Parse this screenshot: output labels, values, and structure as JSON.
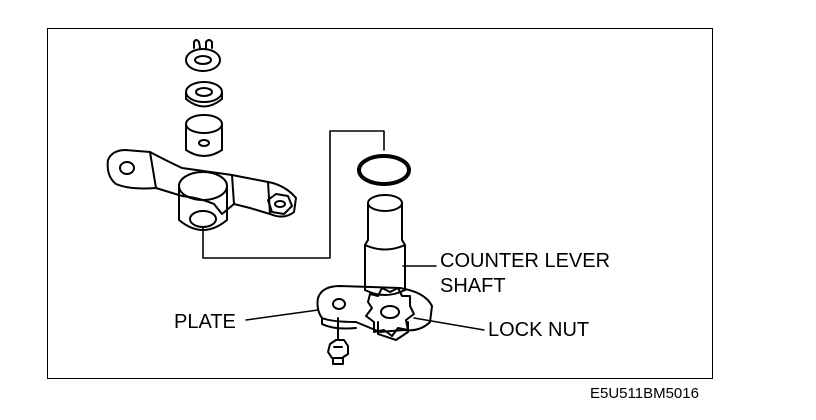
{
  "labels": {
    "counter_lever_shaft_line1": "COUNTER LEVER",
    "counter_lever_shaft_line2": "SHAFT",
    "plate": "PLATE",
    "lock_nut": "LOCK NUT"
  },
  "figure_code": "E5U511BM5016"
}
